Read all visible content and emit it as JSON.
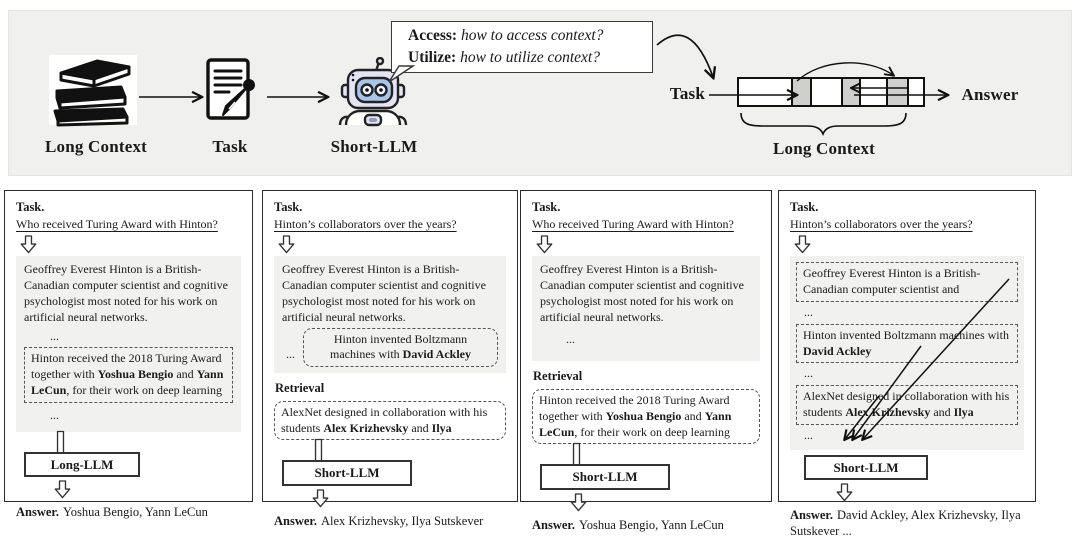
{
  "banner": {
    "long_context_label": "Long Context",
    "task_icon_label": "Task",
    "short_llm_label": "Short-LLM",
    "bubble": {
      "access_label": "Access:",
      "access_question": "how to access context?",
      "utilize_label": "Utilize:",
      "utilize_question": "how to utilize context?"
    },
    "flow_task_label": "Task",
    "flow_answer_label": "Answer",
    "brace_label": "Long Context"
  },
  "snippets": {
    "ellipsis": "...",
    "bio": "Geoffrey Everest Hinton is a British-Canadian computer scientist and cognitive psychologist most noted for his work on artificial neural networks.",
    "bio_short": "Geoffrey Everest Hinton is a British-Canadian computer scientist and",
    "turing": {
      "t1": "Hinton received the 2018 Turing Award together with ",
      "b1": "Yoshua Bengio",
      "t2": " and ",
      "b2": "Yann LeCun",
      "t3": ", for their work on deep learning"
    },
    "boltzmann": {
      "t1": "Hinton invented Boltzmann machines with ",
      "b1": "David Ackley"
    },
    "alexnet": {
      "t1": "AlexNet designed in collaboration with his students ",
      "b1": "Alex Krizhevsky",
      "t2": " and ",
      "b2": "Ilya"
    }
  },
  "panels": [
    {
      "task_label": "Task.",
      "question": "Who received Turing Award with Hinton?",
      "model_label": "Long-LLM",
      "answer_label": "Answer.",
      "answer_text": "Yoshua Bengio, Yann LeCun"
    },
    {
      "task_label": "Task.",
      "question": "Hinton’s collaborators over the years?",
      "retrieval_label": "Retrieval",
      "model_label": "Short-LLM",
      "answer_label": "Answer.",
      "answer_text": "Alex Krizhevsky, Ilya Sutskever"
    },
    {
      "task_label": "Task.",
      "question": "Who received Turing Award with Hinton?",
      "retrieval_label": "Retrieval",
      "model_label": "Short-LLM",
      "answer_label": "Answer.",
      "answer_text": "Yoshua Bengio, Yann LeCun"
    },
    {
      "task_label": "Task.",
      "question": "Hinton’s collaborators over the years?",
      "model_label": "Short-LLM",
      "answer_label": "Answer.",
      "answer_text": "David Ackley, Alex Krizhevsky, Ilya Sutskever ..."
    }
  ]
}
